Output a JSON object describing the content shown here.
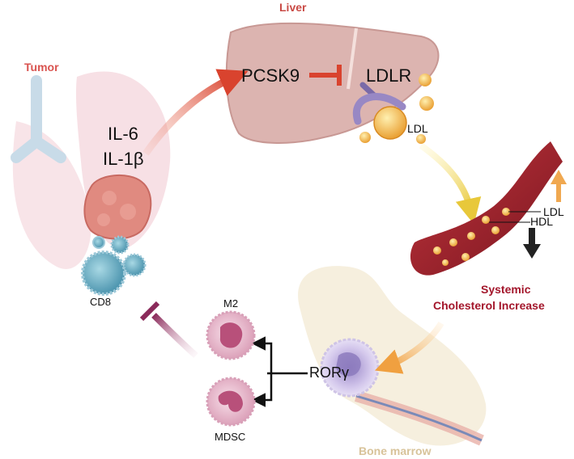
{
  "labels": {
    "liver": "Liver",
    "tumor": "Tumor",
    "il6": "IL-6",
    "il1b": "IL-1β",
    "pcsk9": "PCSK9",
    "ldlr": "LDLR",
    "ldl_liver": "LDL",
    "ldl_vessel": "LDL",
    "hdl_vessel": "HDL",
    "systemic_line1": "Systemic",
    "systemic_line2": "Cholesterol Increase",
    "cd8": "CD8",
    "m2": "M2",
    "mdsc": "MDSC",
    "rorg": "RORγ",
    "bone_marrow": "Bone marrow"
  },
  "colors": {
    "tumor_label": "#d9534f",
    "liver_label": "#c94a45",
    "systemic_label": "#a3162b",
    "bone_marrow_label": "#d8c39a",
    "arrow_red": "#d9432e",
    "arrow_yellow": "#e8c83a",
    "arrow_orange": "#f0a040",
    "inhibit_purple": "#8a2a5a",
    "up_arrow": "#f0a850",
    "down_arrow": "#222222"
  },
  "icons": {
    "inhibition": "t-bar-inhibition-icon",
    "up": "arrow-up-icon",
    "down": "arrow-down-icon"
  }
}
